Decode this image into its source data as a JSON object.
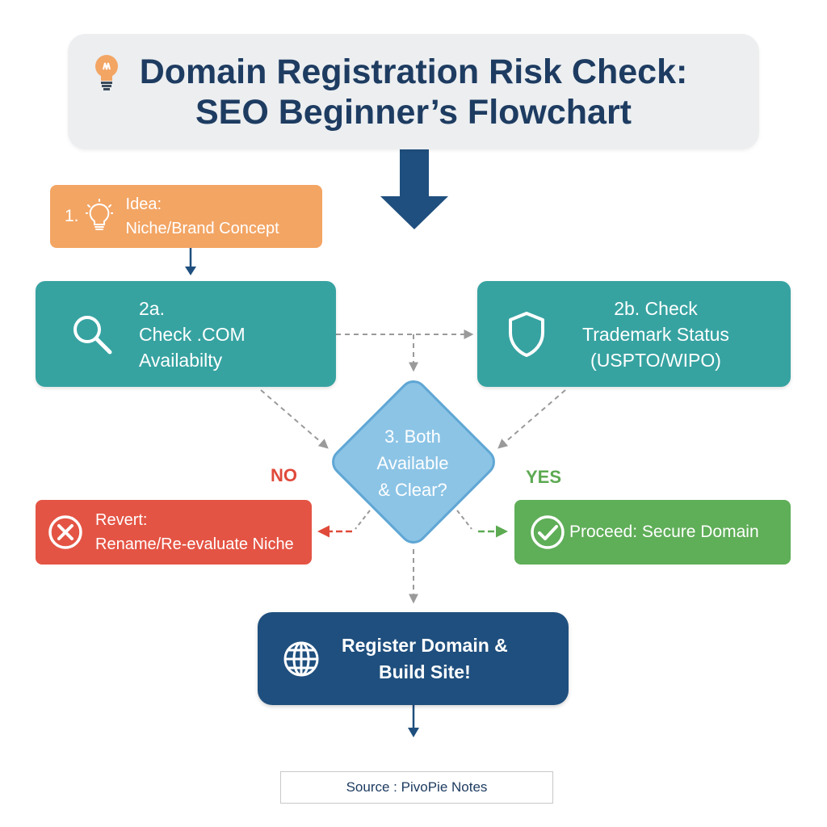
{
  "title": {
    "line1": "Domain Registration Risk Check:",
    "line2": "SEO Beginner’s Flowchart",
    "icon": "lightbulb-icon"
  },
  "step1": {
    "number": "1.",
    "line1": "Idea:",
    "line2": "Niche/Brand Concept",
    "icon": "lightbulb-icon"
  },
  "step2a": {
    "line1": "2a.",
    "line2": "Check .COM",
    "line3": "Availabilty",
    "icon": "search-icon"
  },
  "step2b": {
    "line1": "2b. Check",
    "line2": "Trademark Status",
    "line3": "(USPTO/WIPO)",
    "icon": "shield-icon"
  },
  "decision": {
    "line1": "3. Both",
    "line2": "Available",
    "line3": "& Clear?"
  },
  "branches": {
    "no": "NO",
    "yes": "YES"
  },
  "revert": {
    "line1": "Revert:",
    "line2": "Rename/Re-evaluate Niche",
    "icon": "x-circle-icon"
  },
  "proceed": {
    "label": "Proceed: Secure Domain",
    "icon": "check-circle-icon"
  },
  "register": {
    "line1": "Register Domain &",
    "line2": "Build Site!",
    "icon": "globe-icon"
  },
  "source": "Source : PivoPie Notes",
  "colors": {
    "title_text": "#1e3c61",
    "step1": "#f3a564",
    "teal": "#36a3a1",
    "diamond": "#8cc4e6",
    "no": "#e45444",
    "yes": "#5fae58",
    "register": "#1f4f7e",
    "connector": "#9a9a9a"
  }
}
